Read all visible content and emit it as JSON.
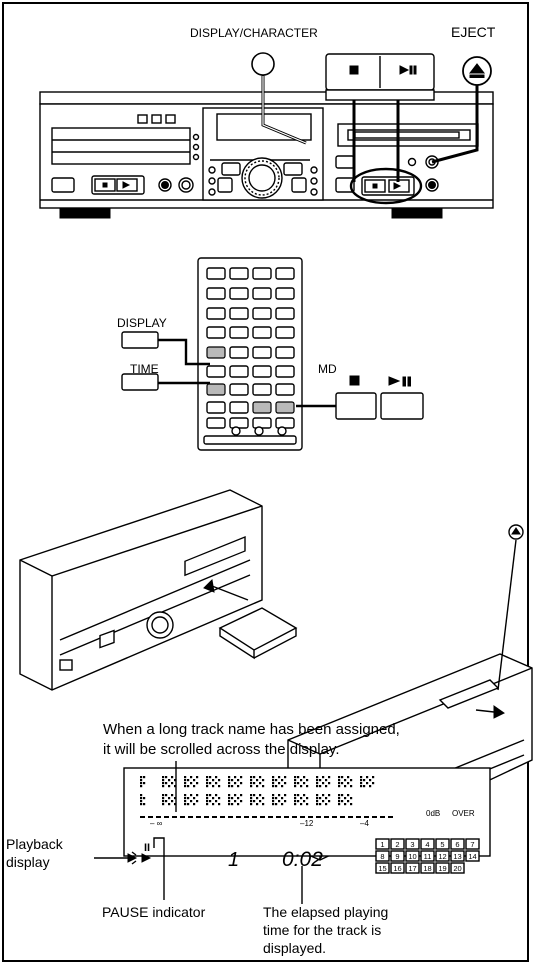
{
  "labels": {
    "display_character": "DISPLAY/CHARACTER",
    "eject": "EJECT",
    "display": "DISPLAY",
    "time": "TIME",
    "md": "MD",
    "scroll_note_line1": "When a long track name has been assigned,",
    "scroll_note_line2": "it will be scrolled across the display.",
    "playback_display_line1": "Playback",
    "playback_display_line2": "display",
    "pause_indicator": "PAUSE indicator",
    "elapsed_line1": "The elapsed playing",
    "elapsed_line2": "time for the track is",
    "elapsed_line3": "displayed."
  },
  "buttons": {
    "stop_symbol": "■",
    "play_pause_symbol": "►II",
    "eject_symbol": "⏏"
  },
  "lcd": {
    "track_number": "1",
    "time_readout": "0:02",
    "scale_left": "– ∞",
    "scale_mid": "–12",
    "scale_right": "–4",
    "odb": "0dB",
    "over": "OVER",
    "track_grid": [
      "1",
      "2",
      "3",
      "4",
      "5",
      "6",
      "7",
      "8",
      "9",
      "10",
      "11",
      "12",
      "13",
      "14",
      "15",
      "16",
      "17",
      "18",
      "19",
      "20"
    ],
    "pause_glyph": "II"
  },
  "icons": {
    "display_character_button": "round-button-icon",
    "eject": "eject-icon",
    "stop": "stop-icon",
    "play_pause": "play-pause-icon"
  }
}
